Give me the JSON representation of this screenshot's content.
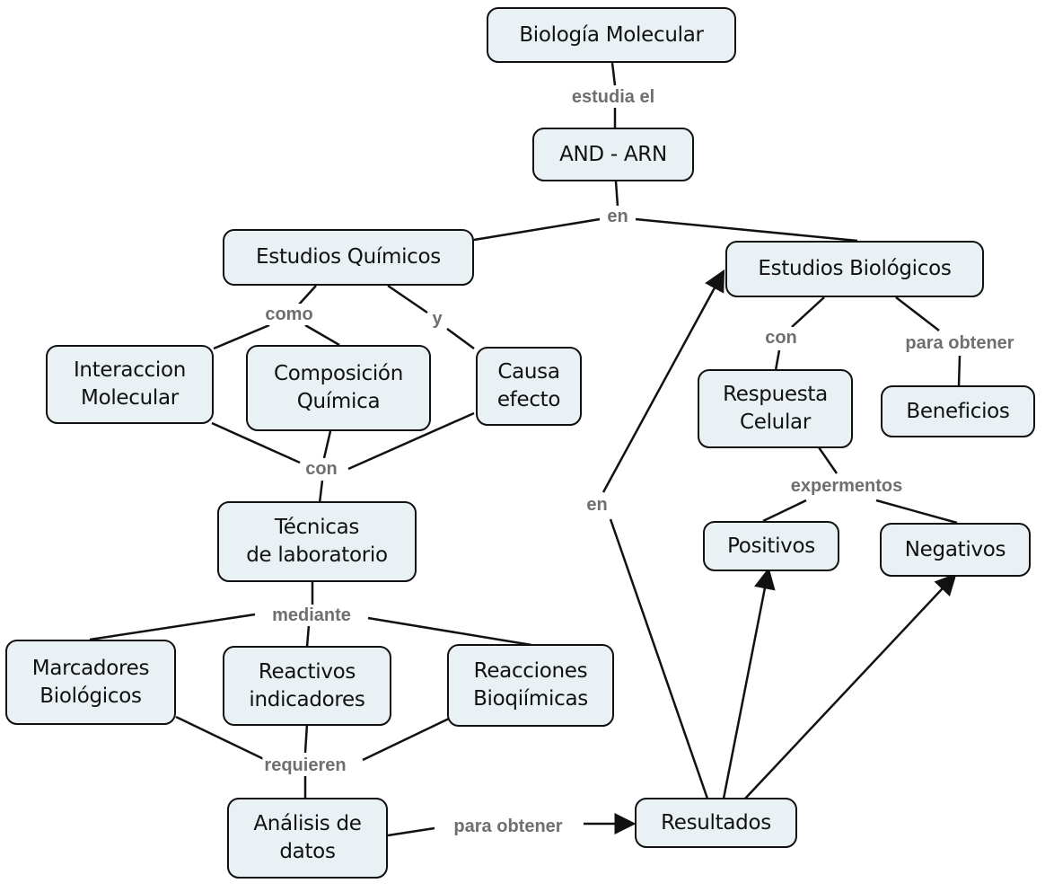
{
  "nodes": {
    "biologia": "Biología Molecular",
    "adn": "AND - ARN",
    "quimicos": "Estudios Químicos",
    "biologicos": "Estudios Biológicos",
    "interaccion": "Interaccion\nMolecular",
    "composicion": "Composición\nQuímica",
    "causa": "Causa\nefecto",
    "respuesta": "Respuesta\nCelular",
    "beneficios": "Beneficios",
    "tecnicas": "Técnicas\nde laboratorio",
    "positivos": "Positivos",
    "negativos": "Negativos",
    "marcadores": "Marcadores\nBiológicos",
    "reactivos": "Reactivos\nindicadores",
    "reacciones": "Reacciones\nBioqiímicas",
    "analisis": "Análisis de\ndatos",
    "resultados": "Resultados"
  },
  "links": {
    "estudia_el": "estudia el",
    "en_top": "en",
    "como": "como",
    "y": "y",
    "con_bio": "con",
    "para_obtener_bio": "para obtener",
    "con_quim": "con",
    "experimentos": "expermentos",
    "en_res": "en",
    "mediante": "mediante",
    "requieren": "requieren",
    "para_obtener_res": "para obtener"
  },
  "colors": {
    "node_fill": "#e9f1f5",
    "node_border": "#111111",
    "link_text": "#6f6f6f",
    "edge": "#111111"
  }
}
